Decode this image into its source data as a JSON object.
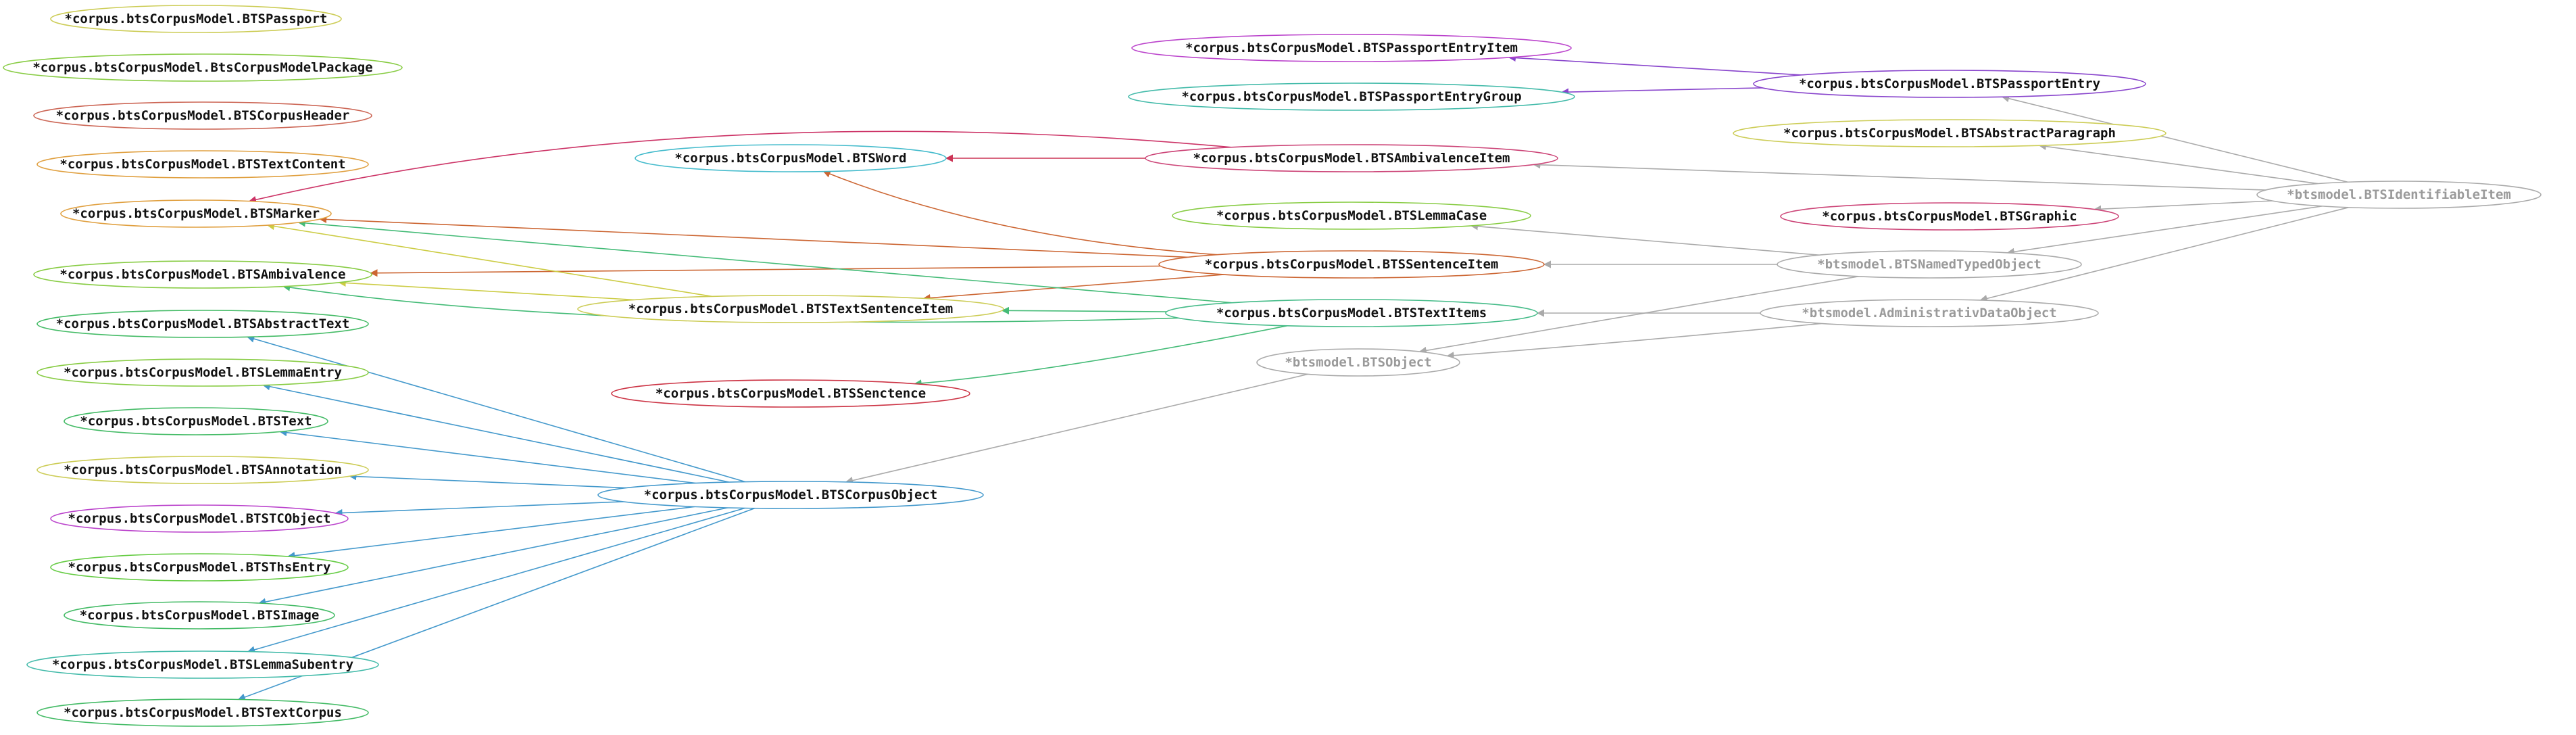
{
  "diagram": {
    "nodes": [
      {
        "id": "passport",
        "label": "*corpus.btsCorpusModel.BTSPassport",
        "color": "#cccc55",
        "kind": "main"
      },
      {
        "id": "package",
        "label": "*corpus.btsCorpusModel.BtsCorpusModelPackage",
        "color": "#88cc44",
        "kind": "main"
      },
      {
        "id": "corpusheader",
        "label": "*corpus.btsCorpusModel.BTSCorpusHeader",
        "color": "#cc6655",
        "kind": "main"
      },
      {
        "id": "textcontent",
        "label": "*corpus.btsCorpusModel.BTSTextContent",
        "color": "#e0a040",
        "kind": "main"
      },
      {
        "id": "marker",
        "label": "*corpus.btsCorpusModel.BTSMarker",
        "color": "#e0a040",
        "kind": "main"
      },
      {
        "id": "ambivalence",
        "label": "*corpus.btsCorpusModel.BTSAmbivalence",
        "color": "#88cc44",
        "kind": "main"
      },
      {
        "id": "abstracttext",
        "label": "*corpus.btsCorpusModel.BTSAbstractText",
        "color": "#44bb66",
        "kind": "main"
      },
      {
        "id": "lemmaentry",
        "label": "*corpus.btsCorpusModel.BTSLemmaEntry",
        "color": "#88cc44",
        "kind": "main"
      },
      {
        "id": "text",
        "label": "*corpus.btsCorpusModel.BTSText",
        "color": "#44bb66",
        "kind": "main"
      },
      {
        "id": "annotation",
        "label": "*corpus.btsCorpusModel.BTSAnnotation",
        "color": "#cccc55",
        "kind": "main"
      },
      {
        "id": "tcobject",
        "label": "*corpus.btsCorpusModel.BTSTCObject",
        "color": "#bb44cc",
        "kind": "main"
      },
      {
        "id": "thsentry",
        "label": "*corpus.btsCorpusModel.BTSThsEntry",
        "color": "#66cc44",
        "kind": "main"
      },
      {
        "id": "image",
        "label": "*corpus.btsCorpusModel.BTSImage",
        "color": "#44bb66",
        "kind": "main"
      },
      {
        "id": "lemmasubentry",
        "label": "*corpus.btsCorpusModel.BTSLemmaSubentry",
        "color": "#44bbaa",
        "kind": "main"
      },
      {
        "id": "textcorpus",
        "label": "*corpus.btsCorpusModel.BTSTextCorpus",
        "color": "#44bb66",
        "kind": "main"
      },
      {
        "id": "word",
        "label": "*corpus.btsCorpusModel.BTSWord",
        "color": "#44bbcc",
        "kind": "main"
      },
      {
        "id": "textsentenceitem",
        "label": "*corpus.btsCorpusModel.BTSTextSentenceItem",
        "color": "#cccc55",
        "kind": "main"
      },
      {
        "id": "senctence",
        "label": "*corpus.btsCorpusModel.BTSSenctence",
        "color": "#cc3344",
        "kind": "main"
      },
      {
        "id": "corpusobject",
        "label": "*corpus.btsCorpusModel.BTSCorpusObject",
        "color": "#4499cc",
        "kind": "main"
      },
      {
        "id": "passportentryitem",
        "label": "*corpus.btsCorpusModel.BTSPassportEntryItem",
        "color": "#bb44cc",
        "kind": "main"
      },
      {
        "id": "passportentrygroup",
        "label": "*corpus.btsCorpusModel.BTSPassportEntryGroup",
        "color": "#44bbaa",
        "kind": "main"
      },
      {
        "id": "ambivalenceitem",
        "label": "*corpus.btsCorpusModel.BTSAmbivalenceItem",
        "color": "#cc4477",
        "kind": "main"
      },
      {
        "id": "lemmacase",
        "label": "*corpus.btsCorpusModel.BTSLemmaCase",
        "color": "#88cc44",
        "kind": "main"
      },
      {
        "id": "sentenceitem",
        "label": "*corpus.btsCorpusModel.BTSSentenceItem",
        "color": "#cc6633",
        "kind": "main"
      },
      {
        "id": "textitems",
        "label": "*corpus.btsCorpusModel.BTSTextItems",
        "color": "#44bb88",
        "kind": "main"
      },
      {
        "id": "btsobject",
        "label": "*btsmodel.BTSObject",
        "color": "#aaaaaa",
        "kind": "ext"
      },
      {
        "id": "passportentry",
        "label": "*corpus.btsCorpusModel.BTSPassportEntry",
        "color": "#8844cc",
        "kind": "main"
      },
      {
        "id": "abstractparagraph",
        "label": "*corpus.btsCorpusModel.BTSAbstractParagraph",
        "color": "#cccc55",
        "kind": "main"
      },
      {
        "id": "graphic",
        "label": "*corpus.btsCorpusModel.BTSGraphic",
        "color": "#cc4477",
        "kind": "main"
      },
      {
        "id": "namedtypedobject",
        "label": "*btsmodel.BTSNamedTypedObject",
        "color": "#aaaaaa",
        "kind": "ext"
      },
      {
        "id": "administrativdataobject",
        "label": "*btsmodel.AdministrativDataObject",
        "color": "#aaaaaa",
        "kind": "ext"
      },
      {
        "id": "identifiableitem",
        "label": "*btsmodel.BTSIdentifiableItem",
        "color": "#aaaaaa",
        "kind": "ext"
      }
    ],
    "edges": [
      {
        "from": "corpusobject",
        "to": "abstracttext",
        "color": "#4499cc"
      },
      {
        "from": "corpusobject",
        "to": "lemmaentry",
        "color": "#4499cc"
      },
      {
        "from": "corpusobject",
        "to": "text",
        "color": "#4499cc"
      },
      {
        "from": "corpusobject",
        "to": "annotation",
        "color": "#4499cc"
      },
      {
        "from": "corpusobject",
        "to": "tcobject",
        "color": "#4499cc"
      },
      {
        "from": "corpusobject",
        "to": "thsentry",
        "color": "#4499cc"
      },
      {
        "from": "corpusobject",
        "to": "image",
        "color": "#4499cc"
      },
      {
        "from": "corpusobject",
        "to": "lemmasubentry",
        "color": "#4499cc"
      },
      {
        "from": "corpusobject",
        "to": "textcorpus",
        "color": "#4499cc"
      },
      {
        "from": "ambivalenceitem",
        "to": "word",
        "color": "#cc3355"
      },
      {
        "from": "ambivalenceitem",
        "to": "marker",
        "color": "#cc3366"
      },
      {
        "from": "sentenceitem",
        "to": "word",
        "color": "#cc6633"
      },
      {
        "from": "sentenceitem",
        "to": "marker",
        "color": "#cc6633"
      },
      {
        "from": "sentenceitem",
        "to": "ambivalence",
        "color": "#cc6633"
      },
      {
        "from": "sentenceitem",
        "to": "textsentenceitem",
        "color": "#cc6633"
      },
      {
        "from": "textsentenceitem",
        "to": "marker",
        "color": "#cccc44"
      },
      {
        "from": "textsentenceitem",
        "to": "ambivalence",
        "color": "#cccc44"
      },
      {
        "from": "textitems",
        "to": "marker",
        "color": "#44bb77"
      },
      {
        "from": "textitems",
        "to": "ambivalence",
        "color": "#44bb77"
      },
      {
        "from": "textitems",
        "to": "textsentenceitem",
        "color": "#44bb77"
      },
      {
        "from": "textitems",
        "to": "senctence",
        "color": "#44bb77"
      },
      {
        "from": "passportentry",
        "to": "passportentryitem",
        "color": "#8844cc"
      },
      {
        "from": "passportentry",
        "to": "passportentrygroup",
        "color": "#8844cc"
      },
      {
        "from": "identifiableitem",
        "to": "passportentry",
        "color": "#aaaaaa"
      },
      {
        "from": "identifiableitem",
        "to": "abstractparagraph",
        "color": "#aaaaaa"
      },
      {
        "from": "identifiableitem",
        "to": "ambivalenceitem",
        "color": "#aaaaaa"
      },
      {
        "from": "identifiableitem",
        "to": "graphic",
        "color": "#aaaaaa"
      },
      {
        "from": "identifiableitem",
        "to": "namedtypedobject",
        "color": "#aaaaaa"
      },
      {
        "from": "identifiableitem",
        "to": "administrativdataobject",
        "color": "#aaaaaa"
      },
      {
        "from": "namedtypedobject",
        "to": "lemmacase",
        "color": "#aaaaaa"
      },
      {
        "from": "namedtypedobject",
        "to": "sentenceitem",
        "color": "#aaaaaa"
      },
      {
        "from": "namedtypedobject",
        "to": "btsobject",
        "color": "#aaaaaa"
      },
      {
        "from": "administrativdataobject",
        "to": "textitems",
        "color": "#aaaaaa"
      },
      {
        "from": "administrativdataobject",
        "to": "btsobject",
        "color": "#aaaaaa"
      },
      {
        "from": "btsobject",
        "to": "corpusobject",
        "color": "#aaaaaa"
      }
    ]
  }
}
